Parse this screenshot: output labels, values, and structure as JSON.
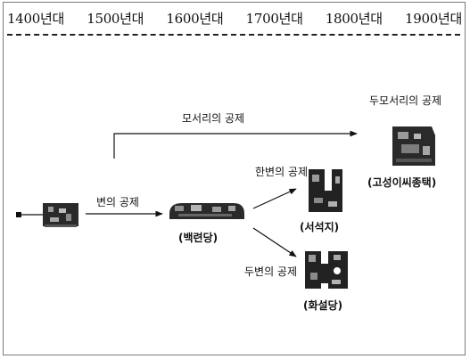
{
  "timeline": {
    "periods": [
      "1400년대",
      "1500년대",
      "1600년대",
      "1700년대",
      "1800년대",
      "1900년대"
    ]
  },
  "labels": {
    "moseori": "모서리의 공제",
    "dumoseori": "두모서리의 공제",
    "dumoseori_example": "(고성이씨종택)",
    "byeon": "변의 공제",
    "baengnyeondang": "(백련당)",
    "hanbyeon": "한변의 공제",
    "seoseokji": "(서석지)",
    "dubyeon": "두변의 공제",
    "hwaseoldang": "(화설당)"
  }
}
